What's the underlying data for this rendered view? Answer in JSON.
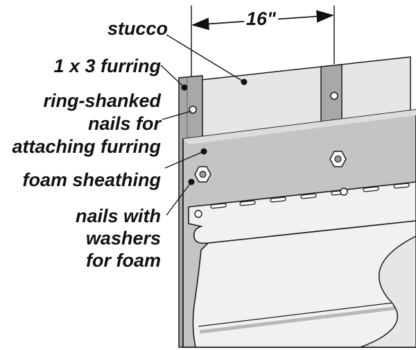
{
  "dimension": {
    "label": "16\""
  },
  "labels": {
    "stucco": "stucco",
    "furring": "1 x 3 furring",
    "ring_nails_line1": "ring-shanked",
    "ring_nails_line2": "nails for",
    "ring_nails_line3": "attaching furring",
    "foam": "foam sheathing",
    "washers_line1": "nails with",
    "washers_line2": "washers",
    "washers_line3": "for foam"
  },
  "colors": {
    "outline": "#1a1a1a",
    "stucco_panel": "#e6e6e6",
    "furring": "#a8a8a8",
    "foam": "#c4c4c4",
    "siding": "#f1f1f1",
    "siding_shadow": "#b8b8b8"
  }
}
